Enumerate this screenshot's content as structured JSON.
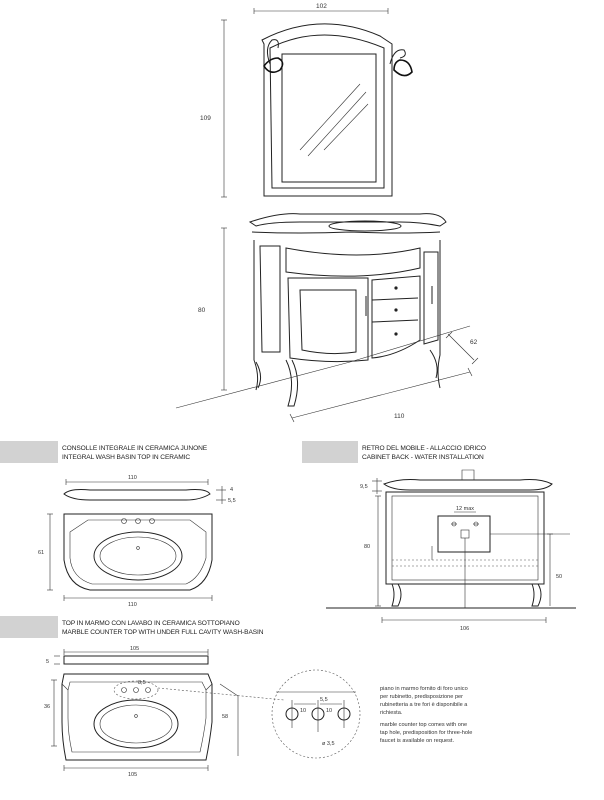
{
  "main": {
    "dims": {
      "width": "102",
      "mirror_height": "109",
      "cabinet_height": "80",
      "depth": "62",
      "base_width": "110"
    }
  },
  "sections": {
    "integral": {
      "title_it": "CONSOLLE INTEGRALE IN CERAMICA JUNONE",
      "title_en": "INTEGRAL WASH BASIN TOP IN CERAMIC",
      "dims": {
        "top_width": "110",
        "thickness": "4",
        "rim": "5,5",
        "depth": "61",
        "bottom_width": "110"
      }
    },
    "back": {
      "title_it": "RETRO DEL MOBILE - ALLACCIO IDRICO",
      "title_en": "CABINET BACK - WATER INSTALLATION",
      "dims": {
        "top": "9,5",
        "hole": "12 max",
        "height": "80",
        "drain": "50",
        "width": "106"
      }
    },
    "marble": {
      "title_it": "TOP IN MARMO CON LAVABO IN CERAMICA SOTTOPIANO",
      "title_en": "MARBLE COUNTER TOP WITH UNDER FULL CAVITY WASH-BASIN",
      "dims": {
        "top_width": "105",
        "thickness": "5",
        "depth": "36",
        "outer_depth": "58",
        "bottom_width": "105",
        "small": "8,5"
      }
    },
    "detail": {
      "dims": {
        "a": "10",
        "b": "5,5",
        "c": "10",
        "diam": "ø 3,5"
      }
    },
    "notes": {
      "it": [
        "piano in marmo fornito di foro unico",
        "per rubinetto, predisposizione per",
        "rubinetteria a tre fori è disponibile a",
        "richiesta."
      ],
      "en": [
        "marble counter top comes with one",
        "tap hole, predisposition for three-hole",
        "faucet is available on request."
      ]
    }
  }
}
